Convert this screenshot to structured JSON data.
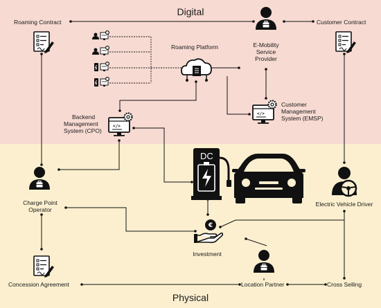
{
  "regions": {
    "digital": {
      "title": "Digital",
      "color": "#f7dad2"
    },
    "physical": {
      "title": "Physical",
      "color": "#fbefcf"
    }
  },
  "nodes": {
    "roaming_contract": "Roaming Contract",
    "customer_contract": "Customer Contract",
    "roaming_platform": "Roaming Platform",
    "emsp_provider": [
      "E-Mobility",
      "Service",
      "Provider"
    ],
    "customer_mgmt": [
      "Customer",
      "Management",
      "System (EMSP)"
    ],
    "backend_mgmt": [
      "Backend",
      "Management",
      "System (CPO)"
    ],
    "charge_point_operator": [
      "Charge Point",
      "Operator"
    ],
    "ev_driver": "Electric Vehicle Driver",
    "investment": "Investment",
    "concession_agreement": "Concession Agreement",
    "location_partner": "Location Partner",
    "cross_selling": "Cross Selling"
  },
  "charger": {
    "label": "DC"
  },
  "icons": {
    "contract": "contract-document-icon",
    "person": "person-with-briefcase-icon",
    "cloud": "cloud-document-icon",
    "monitor": "monitor-with-code-gear-icon",
    "driver": "person-with-steering-wheel-icon",
    "investment": "hand-with-euro-coin-icon",
    "charger": "charging-station-icon",
    "car": "car-icon"
  }
}
